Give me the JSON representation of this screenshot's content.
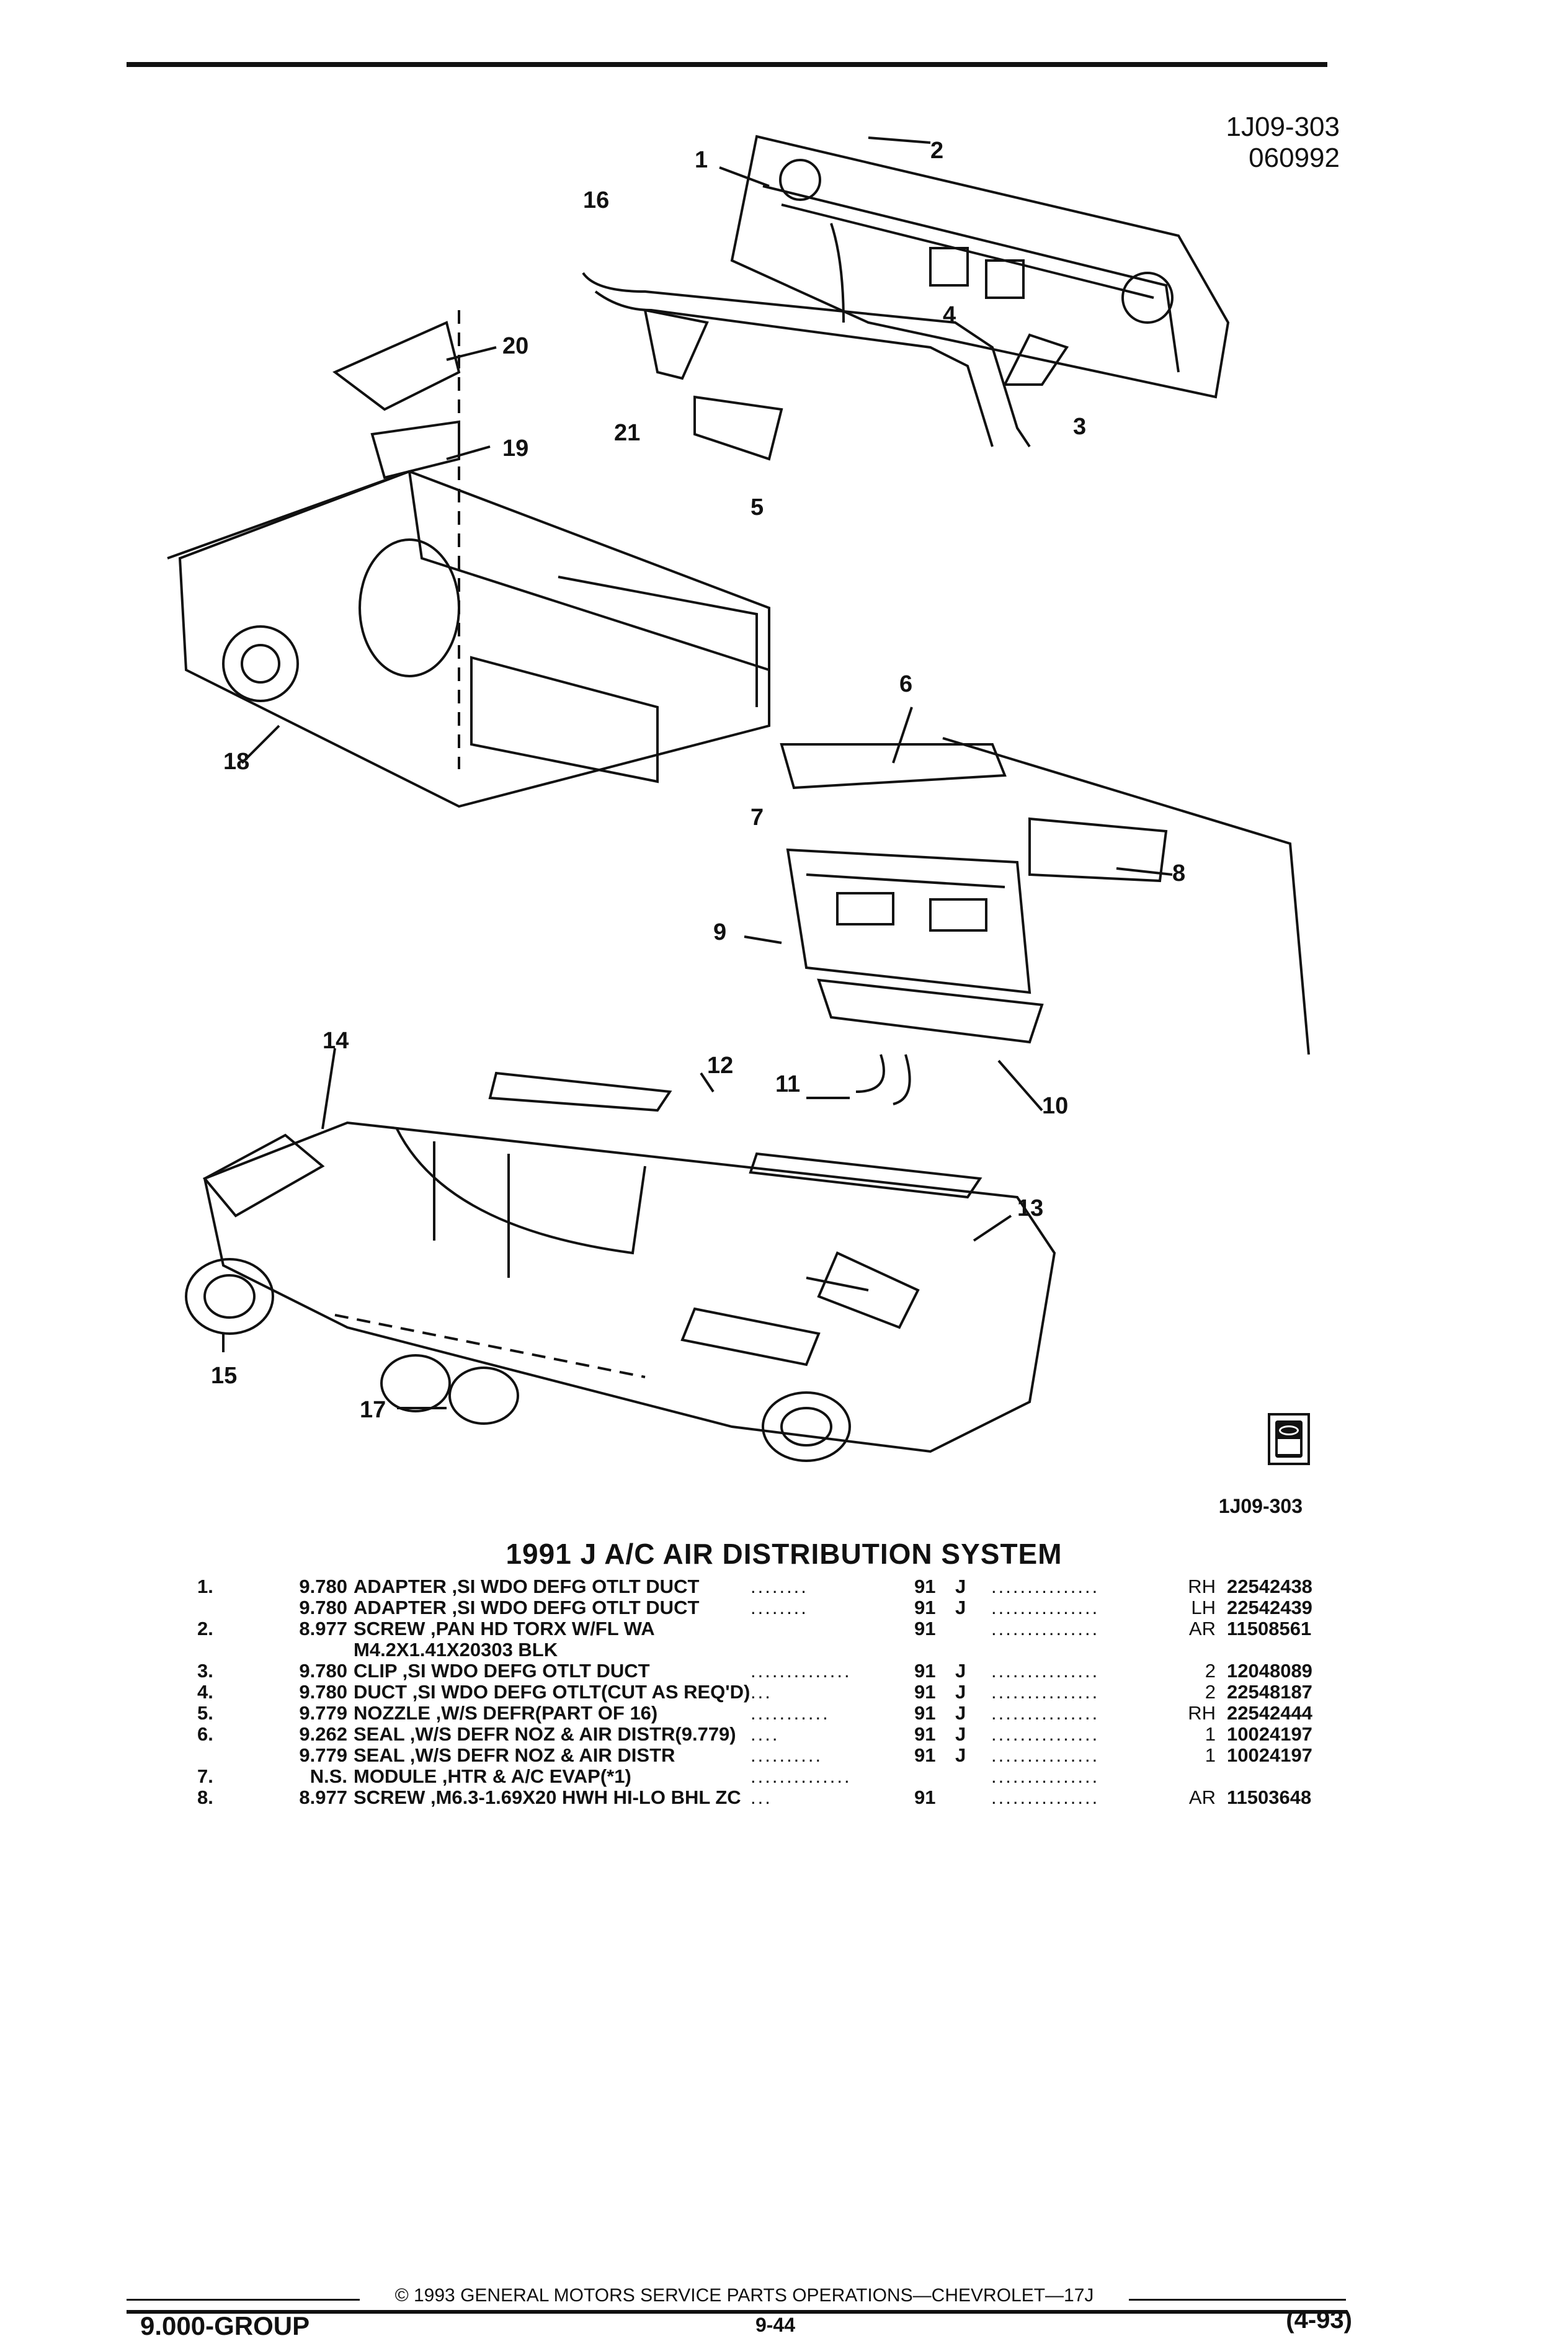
{
  "header": {
    "drawing_id": "1J09-303",
    "drawing_date": "060992"
  },
  "figure": {
    "id": "1J09-303",
    "callouts": [
      "1",
      "2",
      "3",
      "4",
      "5",
      "6",
      "7",
      "8",
      "9",
      "10",
      "11",
      "12",
      "13",
      "14",
      "15",
      "16",
      "17",
      "18",
      "19",
      "20",
      "21"
    ]
  },
  "title": "1991 J A/C AIR DISTRIBUTION SYSTEM",
  "parts": [
    {
      "no": "1.",
      "code": "9.780",
      "desc": "ADAPTER ,SI WDO DEFG OTLT DUCT",
      "dots1": "........",
      "year": "91",
      "series": "J",
      "dots2": "...............",
      "qty": "RH",
      "part": "22542438"
    },
    {
      "no": "",
      "code": "9.780",
      "desc": "ADAPTER ,SI WDO DEFG OTLT DUCT",
      "dots1": "........",
      "year": "91",
      "series": "J",
      "dots2": "...............",
      "qty": "LH",
      "part": "22542439"
    },
    {
      "no": "2.",
      "code": "8.977",
      "desc": "SCREW ,PAN HD TORX W/FL WA",
      "dots1": "",
      "year": "91",
      "series": "",
      "dots2": "...............",
      "qty": "AR",
      "part": "11508561"
    },
    {
      "no": "",
      "code": "",
      "desc": "M4.2X1.41X20303 BLK",
      "dots1": "",
      "year": "",
      "series": "",
      "dots2": "",
      "qty": "",
      "part": ""
    },
    {
      "no": "3.",
      "code": "9.780",
      "desc": "CLIP ,SI WDO DEFG OTLT DUCT",
      "dots1": "..............",
      "year": "91",
      "series": "J",
      "dots2": "...............",
      "qty": "2",
      "part": "12048089"
    },
    {
      "no": "4.",
      "code": "9.780",
      "desc": "DUCT ,SI WDO DEFG OTLT(CUT AS REQ'D)",
      "dots1": "...",
      "year": "91",
      "series": "J",
      "dots2": "...............",
      "qty": "2",
      "part": "22548187"
    },
    {
      "no": "5.",
      "code": "9.779",
      "desc": "NOZZLE ,W/S DEFR(PART OF 16)",
      "dots1": "...........",
      "year": "91",
      "series": "J",
      "dots2": "...............",
      "qty": "RH",
      "part": "22542444"
    },
    {
      "no": "6.",
      "code": "9.262",
      "desc": "SEAL ,W/S DEFR NOZ & AIR DISTR(9.779)",
      "dots1": "....",
      "year": "91",
      "series": "J",
      "dots2": "...............",
      "qty": "1",
      "part": "10024197"
    },
    {
      "no": "",
      "code": "9.779",
      "desc": "SEAL ,W/S DEFR NOZ & AIR DISTR",
      "dots1": "..........",
      "year": "91",
      "series": "J",
      "dots2": "...............",
      "qty": "1",
      "part": "10024197"
    },
    {
      "no": "7.",
      "code": "N.S.",
      "desc": "MODULE ,HTR & A/C EVAP(*1)",
      "dots1": "..............",
      "year": "",
      "series": "",
      "dots2": "...............",
      "qty": "",
      "part": ""
    },
    {
      "no": "8.",
      "code": "8.977",
      "desc": "SCREW ,M6.3-1.69X20 HWH HI-LO BHL ZC",
      "dots1": "...",
      "year": "91",
      "series": "",
      "dots2": "...............",
      "qty": "AR",
      "part": "11503648"
    }
  ],
  "footer": {
    "copyright": "© 1993 GENERAL MOTORS SERVICE PARTS OPERATIONS—CHEVROLET—17J",
    "group": "9.000-GROUP",
    "page": "9-44",
    "revision": "(4-93)"
  }
}
